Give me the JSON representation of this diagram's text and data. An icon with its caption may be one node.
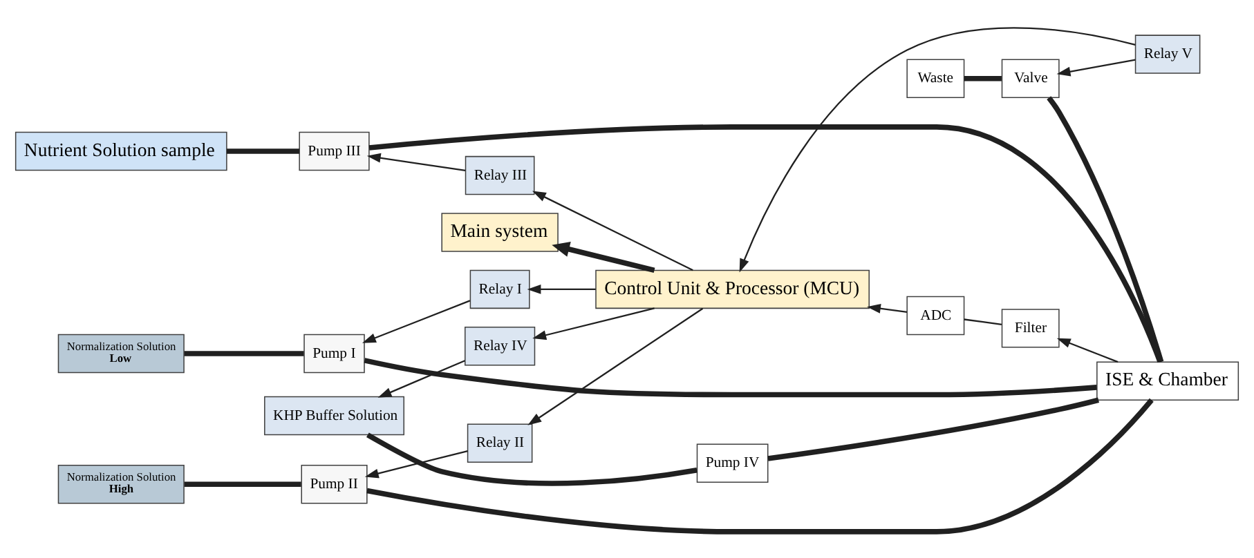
{
  "diagram": {
    "nodes": [
      {
        "text": [
          "Filter"
        ]
      },
      {
        "text": [
          "ADC"
        ]
      },
      {
        "text": [
          "ISE & Chamber"
        ]
      },
      {
        "text": [
          "Valve"
        ]
      },
      {
        "text": [
          "Relay V"
        ]
      },
      {
        "text": [
          "Waste"
        ]
      },
      {
        "text": [
          "Pump IV"
        ]
      },
      {
        "text": [
          "KHP Buffer Solution"
        ]
      },
      {
        "text": [
          "Relay IV"
        ]
      },
      {
        "text": [
          "Pump III"
        ]
      },
      {
        "text": [
          "Relay III"
        ]
      },
      {
        "text": [
          "Control Unit & Processor (MCU)"
        ]
      },
      {
        "text": [
          "Pump I"
        ]
      },
      {
        "text": [
          "Relay I"
        ]
      },
      {
        "text": [
          "Pump II"
        ]
      },
      {
        "text": [
          "Relay II"
        ]
      },
      {
        "text": [
          "Nutrient Solution sample"
        ]
      },
      {
        "text": [
          "Normalization Solution",
          "Low"
        ]
      },
      {
        "text": [
          "Normalization Solution",
          "High"
        ]
      },
      {
        "text": [
          "Main system"
        ]
      }
    ],
    "edges": [
      {
        "from": 2,
        "to": 0,
        "arrow": "to"
      },
      {
        "from": 0,
        "to": 1,
        "arrow": "none"
      },
      {
        "from": 1,
        "to": 11,
        "arrow": "to"
      },
      {
        "from": 4,
        "to": 3,
        "arrow": "to"
      },
      {
        "from": 4,
        "to": 11,
        "arrow": "to"
      },
      {
        "from": 11,
        "to": 8,
        "arrow": "to"
      },
      {
        "from": 8,
        "to": 7,
        "arrow": "to"
      },
      {
        "from": 11,
        "to": 10,
        "arrow": "to"
      },
      {
        "from": 10,
        "to": 9,
        "arrow": "to"
      },
      {
        "from": 11,
        "to": 13,
        "arrow": "to"
      },
      {
        "from": 13,
        "to": 12,
        "arrow": "to"
      },
      {
        "from": 11,
        "to": 15,
        "arrow": "to"
      },
      {
        "from": 15,
        "to": 14,
        "arrow": "to"
      },
      {
        "from": 11,
        "to": 19,
        "arrow": "to",
        "style": "thick"
      },
      {
        "from": 2,
        "to": 3,
        "arrow": "none",
        "style": "thick"
      },
      {
        "from": 3,
        "to": 5,
        "arrow": "none",
        "style": "thick"
      },
      {
        "from": 2,
        "to": 6,
        "arrow": "none",
        "style": "thick"
      },
      {
        "from": 6,
        "to": 7,
        "arrow": "none",
        "style": "thick"
      },
      {
        "from": 2,
        "to": 9,
        "arrow": "none",
        "style": "thick"
      },
      {
        "from": 9,
        "to": 16,
        "arrow": "none",
        "style": "thick"
      },
      {
        "from": 2,
        "to": 12,
        "arrow": "none",
        "style": "thick"
      },
      {
        "from": 12,
        "to": 17,
        "arrow": "none",
        "style": "thick"
      },
      {
        "from": 2,
        "to": 14,
        "arrow": "none",
        "style": "thick"
      },
      {
        "from": 14,
        "to": 18,
        "arrow": "none",
        "style": "thick"
      }
    ]
  }
}
